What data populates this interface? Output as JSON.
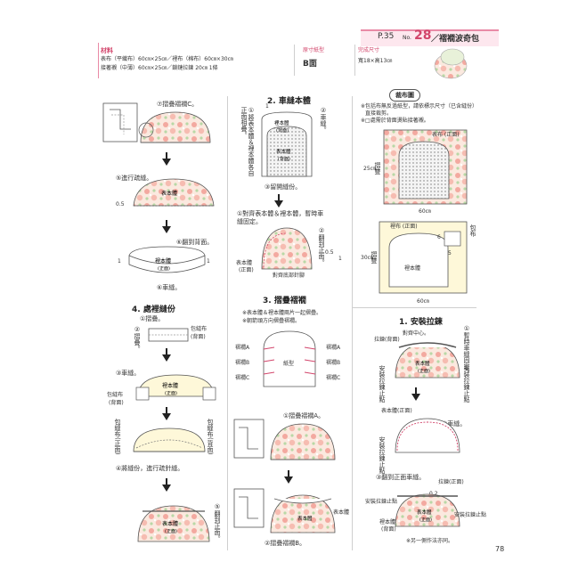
{
  "header": {
    "page_ref": "P.35",
    "no_label": "No.",
    "number": "28",
    "title": "／褶襉波奇包"
  },
  "materials": {
    "heading": "材料",
    "line1": "表布（平織布）60㎝×25㎝／裡布（棉布）60㎝×30㎝",
    "line2": "接著襯（中薄）60㎝×25㎝／鎖鏈拉鍊 20㎝ 1條"
  },
  "pattern": {
    "label": "原寸紙型",
    "value": "B面"
  },
  "size": {
    "label": "完成尺寸",
    "value": "寬18×高13㎝"
  },
  "steps": {
    "s2": "2. 車縫本體",
    "s3": "3. 摺疊褶襉",
    "s4": "4. 處裡縫份",
    "s1": "1. 安裝拉鍊"
  },
  "cut": {
    "title": "裁布圖",
    "note1": "※包括布無反過紙型，請依標示尺寸（已含縫份）",
    "note2": "直接裁剪。",
    "note3": "※□處需於背面燙貼接著襯。",
    "outer_label": "表布\n(正面)",
    "dim_25": "25㎝",
    "dim_60a": "60㎝",
    "fold1": "摺雙",
    "lining_label": "裡布\n(正面)",
    "pocket": "包布",
    "dim_30": "30㎝",
    "dim_60b": "60㎝",
    "body_label": "裡本體",
    "n6": "6",
    "n5": "5",
    "fold2": "摺雙"
  },
  "left": {
    "c1": "⑦摺疊褶襉C。",
    "c2": "⑤進行疏縫。",
    "c3": "0.5",
    "c4": "⑥翻到背面。",
    "c5": "1",
    "c6": "1",
    "c7": "裡本體",
    "c8": "(正面)",
    "c9": "⑥車縫。",
    "c10": "表本體",
    "c11": "(背面)",
    "c12": "①摺疊。",
    "c13": "包縫布",
    "c14": "(背面)",
    "c15": "②摺疊。",
    "c16": "③車縫。",
    "c17": "包縫布",
    "c18": "(背面)",
    "c19": "裡本體",
    "c20": "(正面)",
    "c21": "④將縫份，進行疏針縫。",
    "c22": "⑤翻到正面。",
    "c23": "表本體",
    "c24": "(正面)",
    "c25": "包縫布(正面)",
    "c26": "包縫布(背面)"
  },
  "mid": {
    "m1": "1",
    "m2": "②車縫。",
    "m3": "①將表本體＆裡本體各自正面相疊。",
    "m4": "裡本體",
    "m5": "(背面)",
    "m6": "表本體",
    "m7": "(背面)",
    "m8": "③留開縫份。",
    "m9": "①對齊表本體＆裡本體，暫時車縫固定。",
    "m10": "②翻到正面。",
    "m11": "表本體",
    "m12": "(正面)",
    "m13": "0.5",
    "m14": "1",
    "m15": "對齊底部針腳",
    "m16": "※表本體＆裡本體兩片一起摺疊。",
    "m17": "※朝箭頭方向摺疊褶襉。",
    "m18": "褶襉A",
    "m19": "褶襉B",
    "m20": "褶襉C",
    "m21": "紙型",
    "m22": "褶襉A",
    "m23": "褶襉B",
    "m24": "褶襉C",
    "m25": "①摺疊褶襉A。",
    "m26": "②摺疊褶襉B。",
    "m27": "裡本體",
    "m28": "表本體"
  },
  "right": {
    "r1": "對齊中心。",
    "r2": "拉鍊(背面)",
    "r3": "①暫時車縫固定。",
    "r4": "安裝拉鍊止點",
    "r5": "表本體",
    "r6": "(正面)",
    "r7": "表本體(正面)",
    "r8": "②車縫。",
    "r9": "安裝拉鍊止點",
    "r10": "③翻到正面車縫。",
    "r11": "拉鍊(正面)",
    "r12": "0.2",
    "r13": "安裝拉鍊止點",
    "r14": "表本體",
    "r15": "(正面)",
    "r16": "裡本體",
    "r17": "(背面)",
    "r18": "※另一側作法亦同。"
  },
  "footer": {
    "page_number": "78"
  },
  "colors": {
    "accent": "#d2456b",
    "header_bg": "#fde7ee",
    "fabric": "#f7c9c2",
    "leaf": "#b9d8a6"
  }
}
